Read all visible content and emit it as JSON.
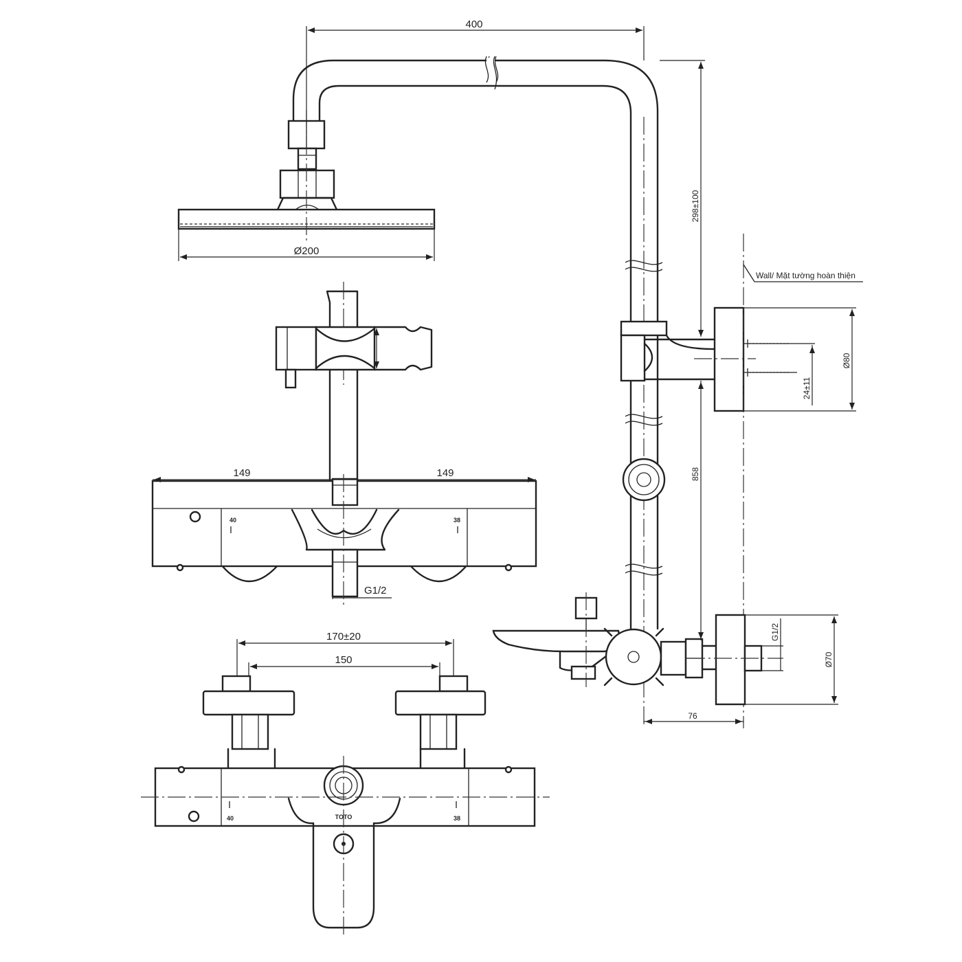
{
  "dimensions": {
    "arm_length": "400",
    "head_diameter": "Ø200",
    "upper_height": "298±100",
    "flange_diameter": "Ø80",
    "flange_offset": "24±11",
    "riser_length": "858",
    "mixer_left": "149",
    "mixer_right": "149",
    "mixer_inlet": "G1/2",
    "centers_adjust": "170±20",
    "centers_nominal": "150",
    "side_inlet": "G1/2",
    "side_flange_diameter": "Ø70",
    "wall_offset": "76"
  },
  "labels": {
    "wall_note": "Wall/ Mặt tường hoàn thiện",
    "brand": "TOTO"
  },
  "colors": {
    "line": "#222222",
    "background": "#ffffff"
  }
}
